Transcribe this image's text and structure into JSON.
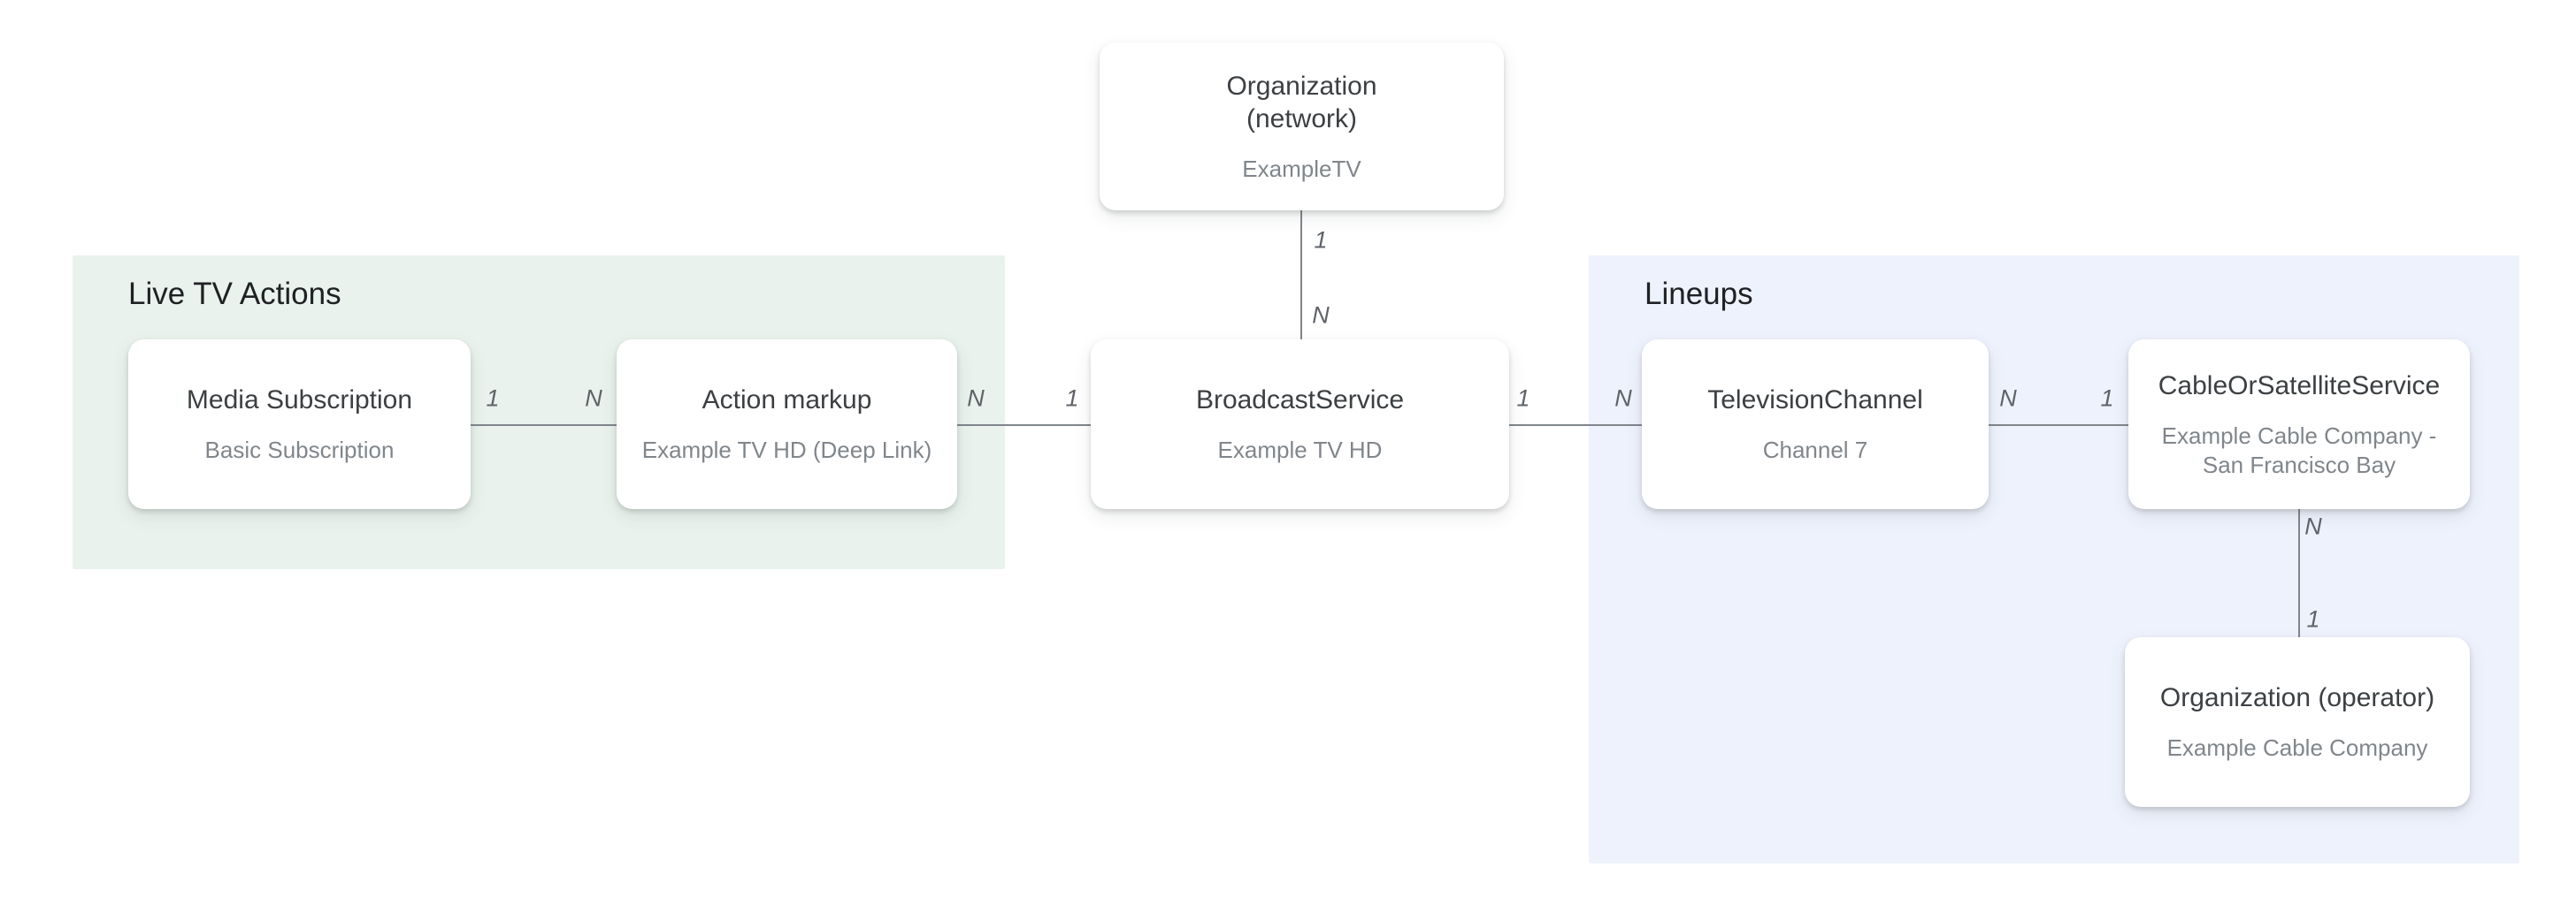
{
  "regions": {
    "live_tv_actions": {
      "label": "Live TV Actions",
      "background": "#e9f2ec"
    },
    "lineups": {
      "label": "Lineups",
      "background": "#eef2fc"
    }
  },
  "nodes": {
    "organization_network": {
      "title_lines": [
        "Organization",
        "(network)"
      ],
      "subtitle_lines": [
        "ExampleTV"
      ]
    },
    "media_subscription": {
      "title_lines": [
        "Media Subscription"
      ],
      "subtitle_lines": [
        "Basic Subscription"
      ]
    },
    "action_markup": {
      "title_lines": [
        "Action markup"
      ],
      "subtitle_lines": [
        "Example TV HD (Deep Link)"
      ]
    },
    "broadcast_service": {
      "title_lines": [
        "BroadcastService"
      ],
      "subtitle_lines": [
        "Example TV HD"
      ]
    },
    "television_channel": {
      "title_lines": [
        "TelevisionChannel"
      ],
      "subtitle_lines": [
        "Channel 7"
      ]
    },
    "cable_or_satellite_service": {
      "title_lines": [
        "CableOrSatelliteService"
      ],
      "subtitle_lines": [
        "Example Cable Company -",
        "San Francisco Bay"
      ]
    },
    "organization_operator": {
      "title_lines": [
        "Organization (operator)"
      ],
      "subtitle_lines": [
        "Example Cable Company"
      ]
    }
  },
  "edges": {
    "network_to_broadcast": {
      "start_label": "1",
      "end_label": "N"
    },
    "media_subscription_to_action_markup": {
      "start_label": "1",
      "end_label": "N"
    },
    "action_markup_to_broadcast": {
      "start_label": "N",
      "end_label": "1"
    },
    "broadcast_to_television_channel": {
      "start_label": "1",
      "end_label": "N"
    },
    "television_channel_to_cable": {
      "start_label": "N",
      "end_label": "1"
    },
    "cable_to_operator": {
      "start_label": "N",
      "end_label": "1"
    }
  },
  "colors": {
    "live_tv_region_bg": "#e9f2ec",
    "lineups_region_bg": "#eef2fc",
    "node_background": "#ffffff",
    "node_title": "#3c4043",
    "node_subtitle": "#80868b",
    "region_label": "#202124",
    "connector_line": "#80868b",
    "cardinality_label": "#5f6368"
  }
}
